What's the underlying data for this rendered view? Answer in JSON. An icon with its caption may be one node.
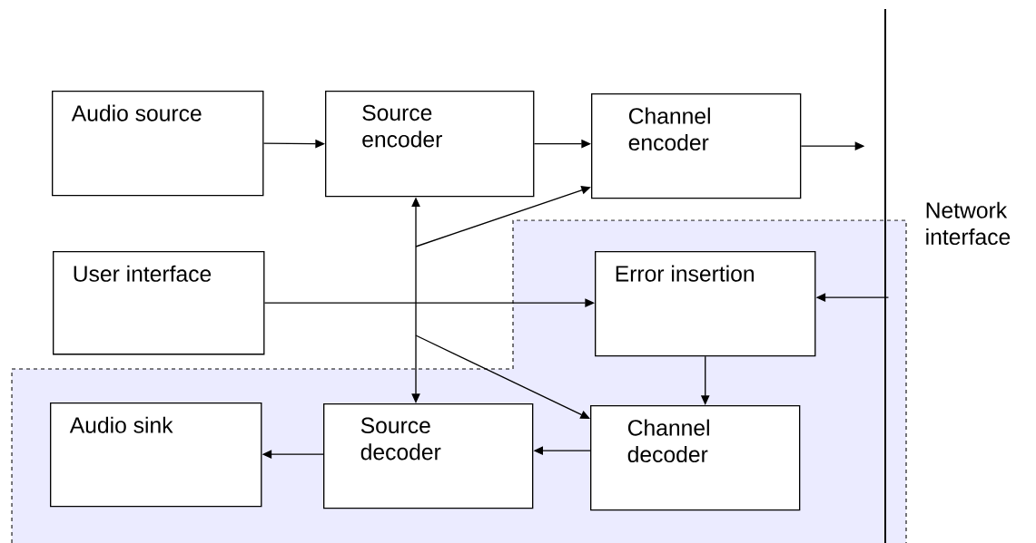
{
  "diagram": {
    "nodes": [
      {
        "text": [
          "Audio source"
        ]
      },
      {
        "text": [
          "Source encoder"
        ]
      },
      {
        "text": [
          "Channel encoder"
        ]
      },
      {
        "text": [
          "User interface"
        ]
      },
      {
        "text": [
          "Error insertion"
        ]
      },
      {
        "text": [
          "Audio sink"
        ]
      },
      {
        "text": [
          "Source decoder"
        ]
      },
      {
        "text": [
          "Channel decoder"
        ]
      }
    ],
    "edges": [
      {
        "from": 0,
        "to": 1,
        "arrow": "to"
      },
      {
        "from": 1,
        "to": 2,
        "arrow": "to"
      },
      {
        "from": 2,
        "to": null,
        "arrow": "to"
      },
      {
        "from": 3,
        "to": 4,
        "arrow": "to"
      },
      {
        "from": null,
        "to": 4,
        "arrow": "to"
      },
      {
        "from": 6,
        "to": 1,
        "arrow": "both"
      },
      {
        "from": null,
        "to": 2,
        "arrow": "to"
      },
      {
        "from": null,
        "to": 7,
        "arrow": "to"
      },
      {
        "from": 4,
        "to": 7,
        "arrow": "to"
      },
      {
        "from": 7,
        "to": 6,
        "arrow": "to"
      },
      {
        "from": 6,
        "to": 5,
        "arrow": "to"
      }
    ],
    "labels": [
      "Network interface"
    ]
  }
}
